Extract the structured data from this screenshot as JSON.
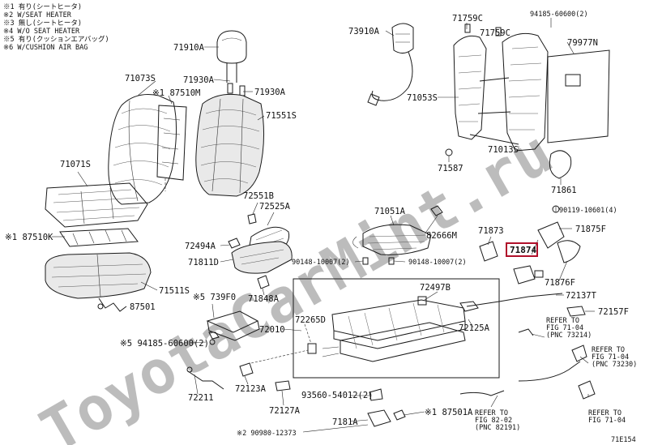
{
  "legend": [
    "※1 有り(シートヒータ)",
    "※2 W/SEAT HEATER",
    "※3 無し(シートヒータ)",
    "※4 W/O SEAT HEATER",
    "※5 有り(クッションエアバッグ)",
    "※6 W/CUSHION AIR BAG"
  ],
  "parts": {
    "p71910A": "71910A",
    "p71930A_l": "71930A",
    "p71930A_r": "71930A",
    "p71073S": "71073S",
    "p87510M": "※1 87510M",
    "p71551S": "71551S",
    "p71071S": "71071S",
    "p87510K": "※1 87510K",
    "p72551B": "72551B",
    "p72525A": "72525A",
    "p72494A": "72494A",
    "p71811D": "71811D",
    "p71848A": "71848A",
    "p71511S": "71511S",
    "p87501": "87501",
    "p739F0": "※5 739F0",
    "p94185_left": "※5 94185-60600(2)",
    "p72010": "72010",
    "p72265D": "72265D",
    "p72211": "72211",
    "p72123A": "72123A",
    "p72127A": "72127A",
    "p93560": "93560-54012(2)",
    "p7181A": "7181A",
    "p90980": "※2 90980-12373",
    "p87501A": "※1 87501A",
    "p73910A": "73910A",
    "p71759C_a": "71759C",
    "p71759C_b": "71759C",
    "p94185_top": "94185-60600(2)",
    "p79977N": "79977N",
    "p71053S": "71053S",
    "p71013S": "71013S",
    "p71587": "71587",
    "p71861": "71861",
    "p90119": "90119-10601(4)",
    "p71051A": "71051A",
    "p82666M": "82666M",
    "p71873": "71873",
    "p71875F": "71875F",
    "p71874": "71874",
    "p71876F": "71876F",
    "p90148_l": "90148-10007(2)",
    "p90148_r": "90148-10007(2)",
    "p72497B": "72497B",
    "p72137T": "72137T",
    "p72157F": "72157F",
    "p72125A": "72125A"
  },
  "refs": {
    "r1": {
      "line1": "REFER TO",
      "line2": "FIG 71-04",
      "line3": "(PNC 73214)"
    },
    "r2": {
      "line1": "REFER TO",
      "line2": "FIG 71-04",
      "line3": "(PNC 73230)"
    },
    "r3": {
      "line1": "REFER TO",
      "line2": "FIG 82-02",
      "line3": "(PNC 82191)"
    },
    "r4": {
      "line1": "REFER TO",
      "line2": "FIG 71-04",
      "line3": ""
    }
  },
  "highlight": {
    "label": "71874",
    "color": "#b0102a"
  },
  "watermark": "ToyotaCarMint.ru",
  "figure_code": "71E154"
}
